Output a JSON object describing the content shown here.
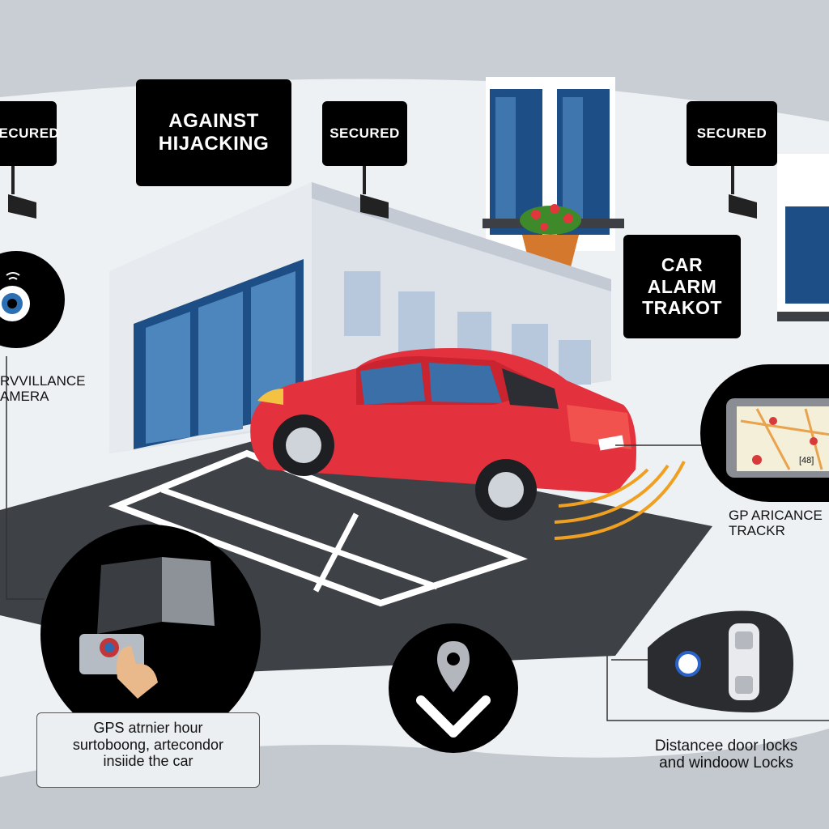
{
  "labels": {
    "secured_left": "SECURED",
    "against_hijacking": "AGAINST\nHIJACKING",
    "secured_mid": "SECURED",
    "secured_right": "SECURED",
    "car_alarm": "CAR\nALARM\nTRAKOT"
  },
  "captions": {
    "surveillance": "RVVILLANCE\nAMERA",
    "gps_tracker": "GP ARICANCE\nTRACKR",
    "transponder": "GPS atrnier hour\nsurtoboong, artecondor\ninsiide the car",
    "door_locks": "Distancee door locks\nand windoow Locks"
  },
  "gps_screen_text": "[48]",
  "colors": {
    "car": "#e3323e",
    "building": "#d9dee6",
    "window": "#1d4f86",
    "parking": "#3e4146",
    "signal": "#f0a020"
  }
}
